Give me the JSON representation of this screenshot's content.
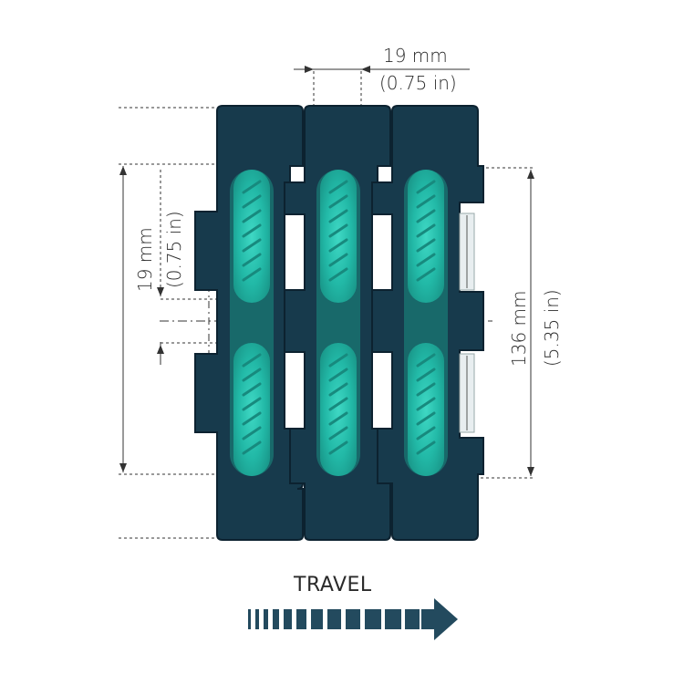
{
  "dimensions": {
    "pitch_mm": "19 mm",
    "pitch_in": "(0.75 in)",
    "side_mm": "19 mm",
    "side_in": "(0.75 in)",
    "width_mm": "136 mm",
    "width_in": "(5.35 in)"
  },
  "travel": {
    "label": "TRAVEL",
    "arrow_icon": "arrow-right-icon"
  },
  "colors": {
    "module": "#173a4c",
    "module_stroke": "#0e2836",
    "roller": "#1fb8a6",
    "roller_light": "#35d1bd",
    "roller_glow": "#2aa596",
    "arrow": "#234a5e",
    "dim_line": "#333333"
  }
}
